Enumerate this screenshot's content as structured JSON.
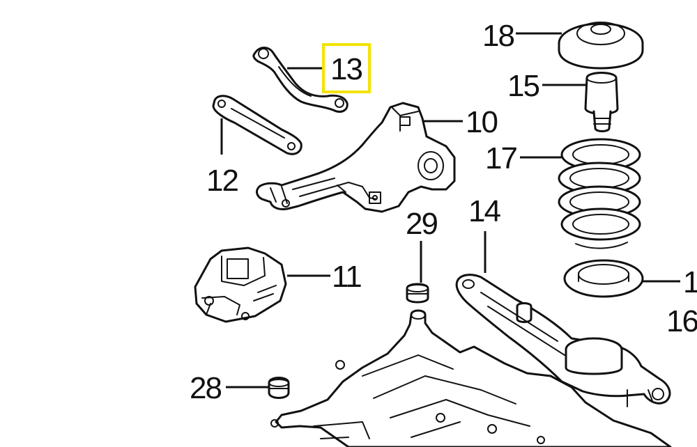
{
  "diagram": {
    "callouts": {
      "c10": "10",
      "c11": "11",
      "c12": "12",
      "c13": "13",
      "c14": "14",
      "c15": "15",
      "c16a": "1",
      "c16b": "16",
      "c17": "17",
      "c18": "18",
      "c28": "28",
      "c29": "29"
    },
    "highlighted_callout": "13",
    "highlight_color": "#f2e300",
    "line_color": "#111111",
    "background_color": "#ffffff"
  }
}
